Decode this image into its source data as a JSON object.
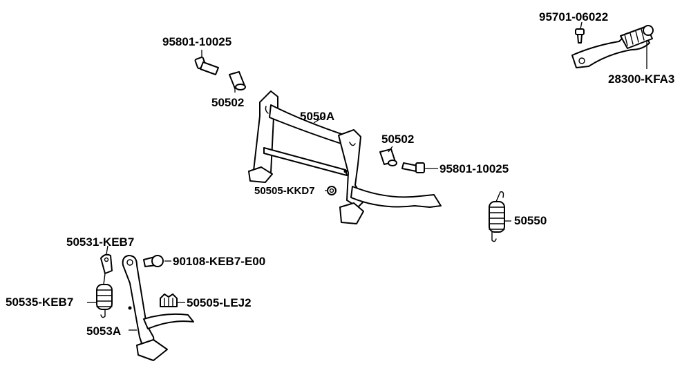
{
  "labels": {
    "bolt_upper_left": "95801-10025",
    "collar_upper_left": "50502",
    "main_stand": "5050A",
    "collar_right": "50502",
    "bolt_right": "95801-10025",
    "stopper_main": "50505-KKD7",
    "spring_main": "50550",
    "screw_kick": "95701-06022",
    "kick_pedal": "28300-KFA3",
    "bracket_side": "50531-KEB7",
    "bolt_side": "90108-KEB7-E00",
    "spring_side": "50535-KEB7",
    "stopper_side": "50505-LEJ2",
    "side_stand": "5053A"
  }
}
